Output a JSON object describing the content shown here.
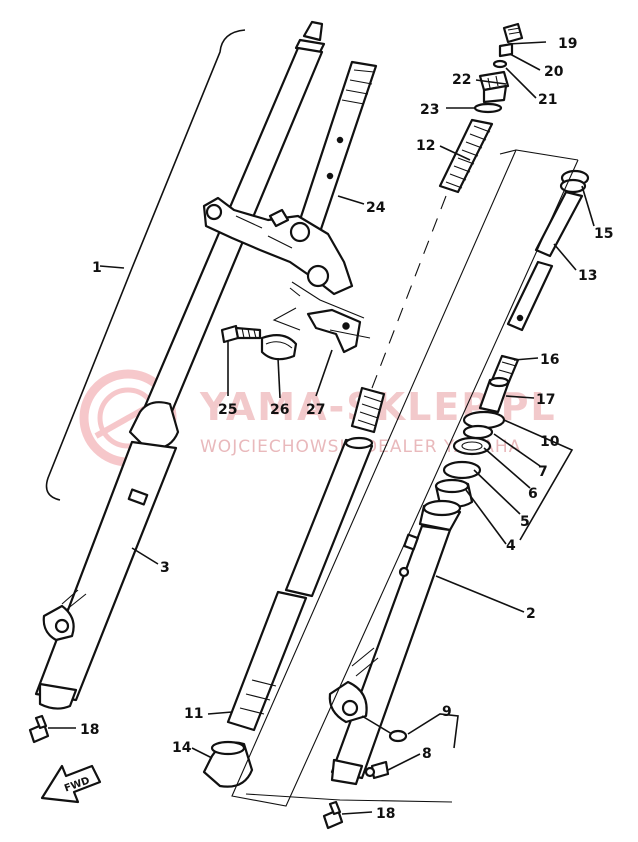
{
  "watermark": {
    "brand": "YAMA-SKLEP.PL",
    "subtitle": "WOJCIECHOWSKI DEALER YAMAHA"
  },
  "fwd_label": "FWD",
  "callouts": [
    {
      "id": "1",
      "label": "1"
    },
    {
      "id": "2",
      "label": "2"
    },
    {
      "id": "3",
      "label": "3"
    },
    {
      "id": "4",
      "label": "4"
    },
    {
      "id": "5",
      "label": "5"
    },
    {
      "id": "6",
      "label": "6"
    },
    {
      "id": "7",
      "label": "7"
    },
    {
      "id": "8",
      "label": "8"
    },
    {
      "id": "9",
      "label": "9"
    },
    {
      "id": "10",
      "label": "10"
    },
    {
      "id": "11",
      "label": "11"
    },
    {
      "id": "12",
      "label": "12"
    },
    {
      "id": "13",
      "label": "13"
    },
    {
      "id": "14",
      "label": "14"
    },
    {
      "id": "15",
      "label": "15"
    },
    {
      "id": "16",
      "label": "16"
    },
    {
      "id": "17",
      "label": "17"
    },
    {
      "id": "18a",
      "label": "18"
    },
    {
      "id": "18b",
      "label": "18"
    },
    {
      "id": "19",
      "label": "19"
    },
    {
      "id": "20",
      "label": "20"
    },
    {
      "id": "21",
      "label": "21"
    },
    {
      "id": "22",
      "label": "22"
    },
    {
      "id": "23",
      "label": "23"
    },
    {
      "id": "24",
      "label": "24"
    },
    {
      "id": "25",
      "label": "25"
    },
    {
      "id": "26",
      "label": "26"
    },
    {
      "id": "27",
      "label": "27"
    }
  ]
}
